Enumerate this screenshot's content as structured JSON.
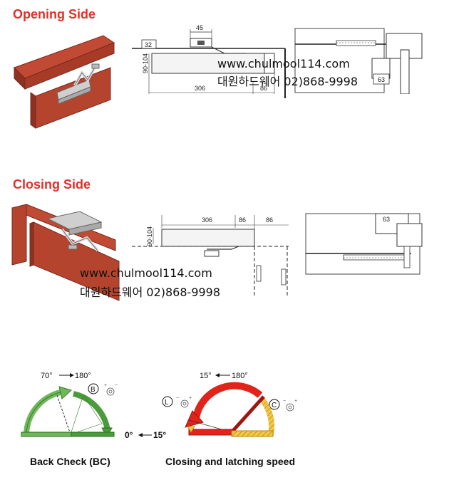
{
  "sections": {
    "opening_title": "Opening Side",
    "closing_title": "Closing Side"
  },
  "watermark": {
    "url": "www.chulmool114.com",
    "company": "대원하드웨어 02)868-9998"
  },
  "opening_dims": {
    "d45": "45",
    "d32": "32",
    "d90_104": "90-104",
    "d306": "306",
    "d86": "86",
    "d63": "63"
  },
  "closing_dims": {
    "d90_104": "90-104",
    "d306": "306",
    "d86a": "86",
    "d86b": "86",
    "d63": "63"
  },
  "back_check": {
    "range_from": "70°",
    "range_to": "180°",
    "badge": "B",
    "caption": "Back Check (BC)"
  },
  "closing_speed": {
    "range_from": "15°",
    "range_to": "180°",
    "latch_from": "0°",
    "latch_to": "15°",
    "badge_l": "L",
    "badge_c": "C",
    "caption": "Closing and latching speed"
  },
  "colors": {
    "title_red": "#e0302a",
    "door_red": "#b5442f",
    "arrow_green": "#6fb85a",
    "arrow_red": "#e2231a",
    "hatch_yellow": "#e8b530"
  }
}
